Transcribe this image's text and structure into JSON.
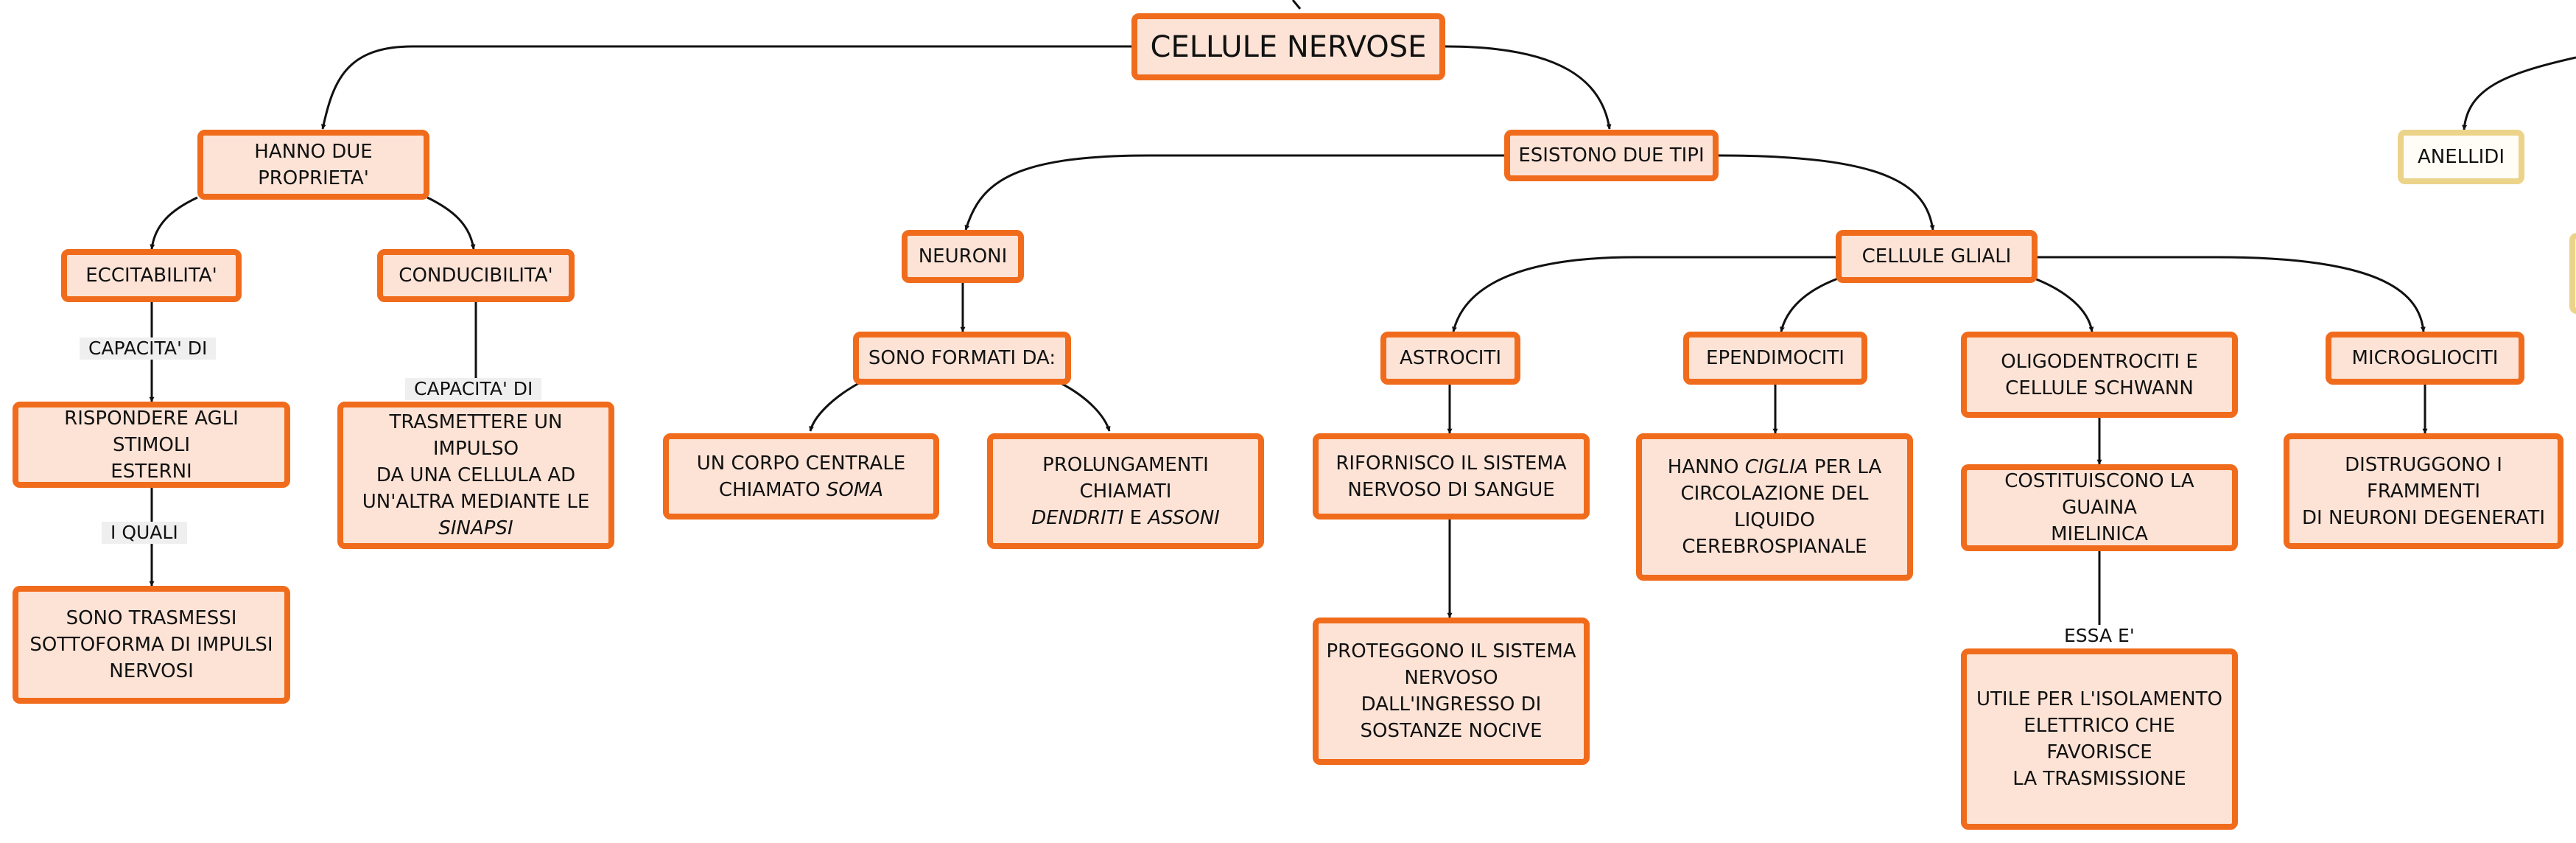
{
  "nodes": {
    "cellule_nervose": "CELLULE NERVOSE",
    "hanno_due": "HANNO DUE PROPRIETA'",
    "esistono_due": "ESISTONO DUE TIPI",
    "anellidi": "ANELLIDI",
    "eccitabilita": "ECCITABILITA'",
    "conducibilita": "CONDUCIBILITA'",
    "neuroni": "NEURONI",
    "cellule_gliali": "CELLULE GLIALI",
    "sono_formati": "SONO FORMATI DA:",
    "astrociti": "ASTROCITI",
    "ependimociti": "EPENDIMOCITI",
    "oligo_1": "OLIGODENTROCITI E",
    "oligo_2": "CELLULE SCHWANN",
    "microgliociti": "MICROGLIOCITI",
    "rispondere_1": "RISPONDERE AGLI STIMOLI",
    "rispondere_2": "ESTERNI",
    "trasmettere_1": "TRASMETTERE UN IMPULSO",
    "trasmettere_2": "DA UNA CELLULA AD",
    "trasmettere_3": "UN'ALTRA MEDIANTE LE",
    "trasmettere_4": "SINAPSI",
    "corpo_1": "UN CORPO CENTRALE",
    "corpo_2": "CHIAMATO",
    "corpo_3": "SOMA",
    "prolung_1": "PROLUNGAMENTI CHIAMATI",
    "prolung_2": "DENDRITI",
    "prolung_3": "E",
    "prolung_4": "ASSONI",
    "riforn_1": "RIFORNISCO IL SISTEMA",
    "riforn_2": "NERVOSO DI SANGUE",
    "ciglia_1": "HANNO",
    "ciglia_2": "CIGLIA",
    "ciglia_3": "PER LA",
    "ciglia_4": "CIRCOLAZIONE DEL LIQUIDO",
    "ciglia_5": "CEREBROSPIANALE",
    "guaina_1": "COSTITUISCONO LA GUAINA",
    "guaina_2": "MIELINICA",
    "distrug_1": "DISTRUGGONO I FRAMMENTI",
    "distrug_2": "DI NEURONI DEGENERATI",
    "sono_trasm_1": "SONO TRASMESSI",
    "sono_trasm_2": "SOTTOFORMA DI IMPULSI",
    "sono_trasm_3": "NERVOSI",
    "protegg_1": "PROTEGGONO IL SISTEMA",
    "protegg_2": "NERVOSO DALL'INGRESSO DI",
    "protegg_3": "SOSTANZE NOCIVE",
    "utile_1": "UTILE PER L'ISOLAMENTO",
    "utile_2": "ELETTRICO CHE FAVORISCE",
    "utile_3": "LA TRASMISSIONE"
  },
  "labels": {
    "capacita_di_1": "CAPACITA' DI",
    "capacita_di_2": "CAPACITA' DI",
    "i_quali": "I QUALI",
    "essa_e": "ESSA E'"
  },
  "colors": {
    "node_fill": "#fce3d6",
    "node_border": "#f06c1c",
    "faded_fill": "#fffdf6",
    "faded_border": "#ecd38a",
    "line": "#111111"
  }
}
